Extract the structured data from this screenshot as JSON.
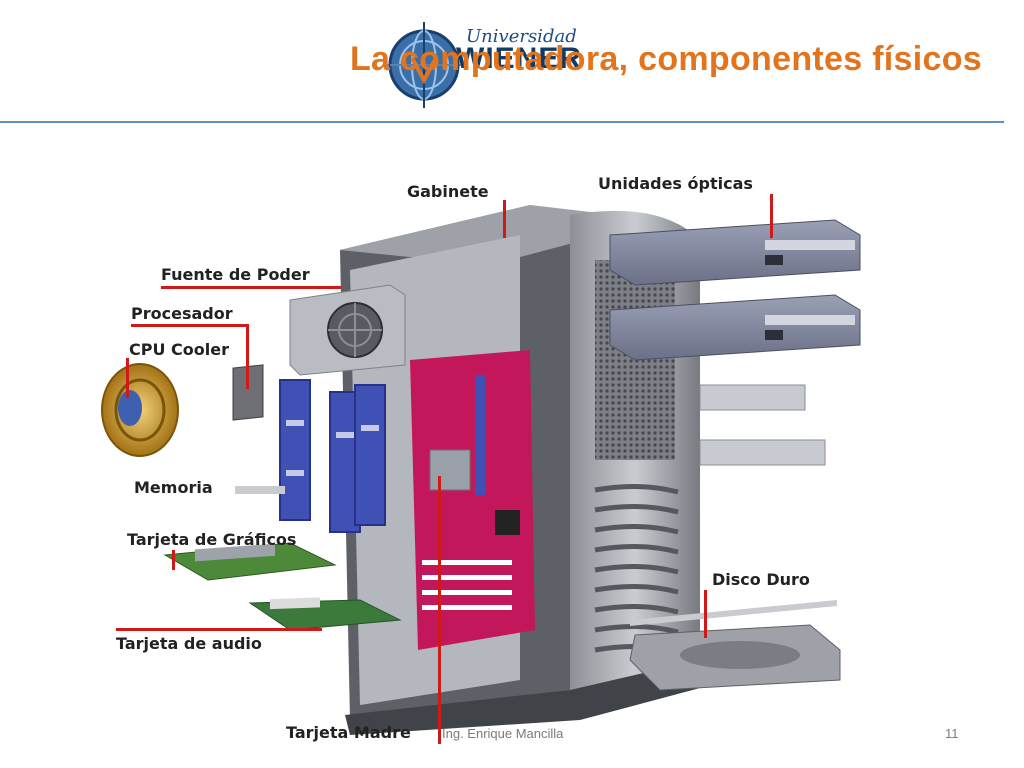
{
  "slide": {
    "title": "La computadora, componentes físicos",
    "logo_text": "WIENER",
    "logo_sub": "Universidad",
    "footer_author": "Ing. Enrique Mancilla",
    "page_number": "11"
  },
  "labels": {
    "gabinete": "Gabinete",
    "unidades_opticas": "Unidades ópticas",
    "fuente_de_poder": "Fuente de Poder",
    "procesador": "Procesador",
    "cpu_cooler": "CPU Cooler",
    "memoria": "Memoria",
    "tarjeta_graficos": "Tarjeta de Gráficos",
    "disco_duro": "Disco Duro",
    "tarjeta_audio": "Tarjeta de audio",
    "tarjeta_madre": "Tarjeta Madre"
  },
  "colors": {
    "title": "#e2741e",
    "divider": "#5b8fc9",
    "leader": "#d01a1a",
    "motherboard": "#c2185b",
    "ram": "#3f51b5"
  }
}
